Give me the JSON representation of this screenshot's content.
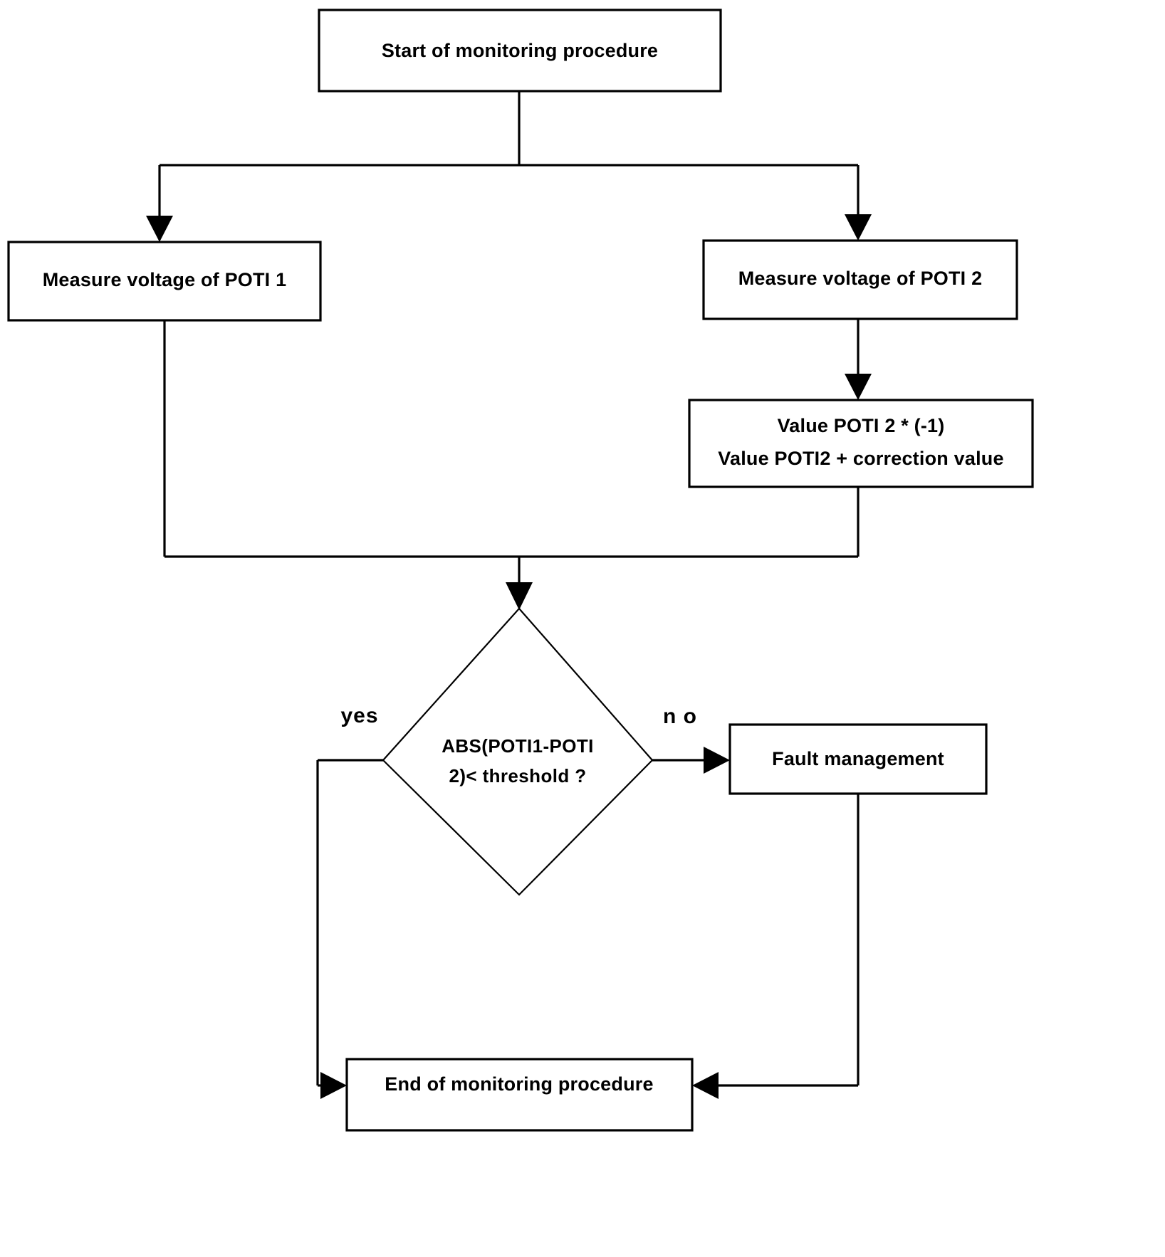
{
  "diagram": {
    "title": "Monitoring procedure flowchart",
    "type": "flowchart",
    "background_color": "#ffffff",
    "line_color": "#000000",
    "text_color": "#000000"
  },
  "nodes": {
    "start": {
      "label": "Start of monitoring procedure",
      "shape": "rectangle"
    },
    "measure_poti1": {
      "label": "Measure voltage of POTI 1",
      "shape": "rectangle"
    },
    "measure_poti2": {
      "label": "Measure voltage of POTI 2",
      "shape": "rectangle"
    },
    "correction": {
      "line1": "Value POTI 2 * (-1)",
      "line2": "Value POTI2 + correction value",
      "shape": "rectangle"
    },
    "decision": {
      "line1": "ABS(POTI1-POTI",
      "line2": "2)< threshold ?",
      "shape": "diamond"
    },
    "fault": {
      "label": "Fault management",
      "shape": "rectangle"
    },
    "end": {
      "label": "End of monitoring procedure",
      "shape": "rectangle"
    }
  },
  "edge_labels": {
    "yes": "yes",
    "no": "n o"
  }
}
